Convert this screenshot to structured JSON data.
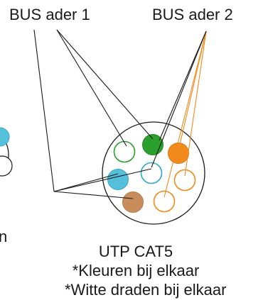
{
  "labels": {
    "bus_wire_1": "BUS ader 1",
    "bus_wire_2": "BUS ader 2",
    "cut_off_text": "n"
  },
  "caption": {
    "line1": "UTP CAT5",
    "line2": "*Kleuren bij elkaar",
    "line3": "*Witte draden bij elkaar"
  },
  "colors": {
    "green": "#2ca02c",
    "orange": "#f28a1c",
    "blue": "#55c0da",
    "brown": "#c98c5b",
    "outline": "#1a1a1a"
  }
}
